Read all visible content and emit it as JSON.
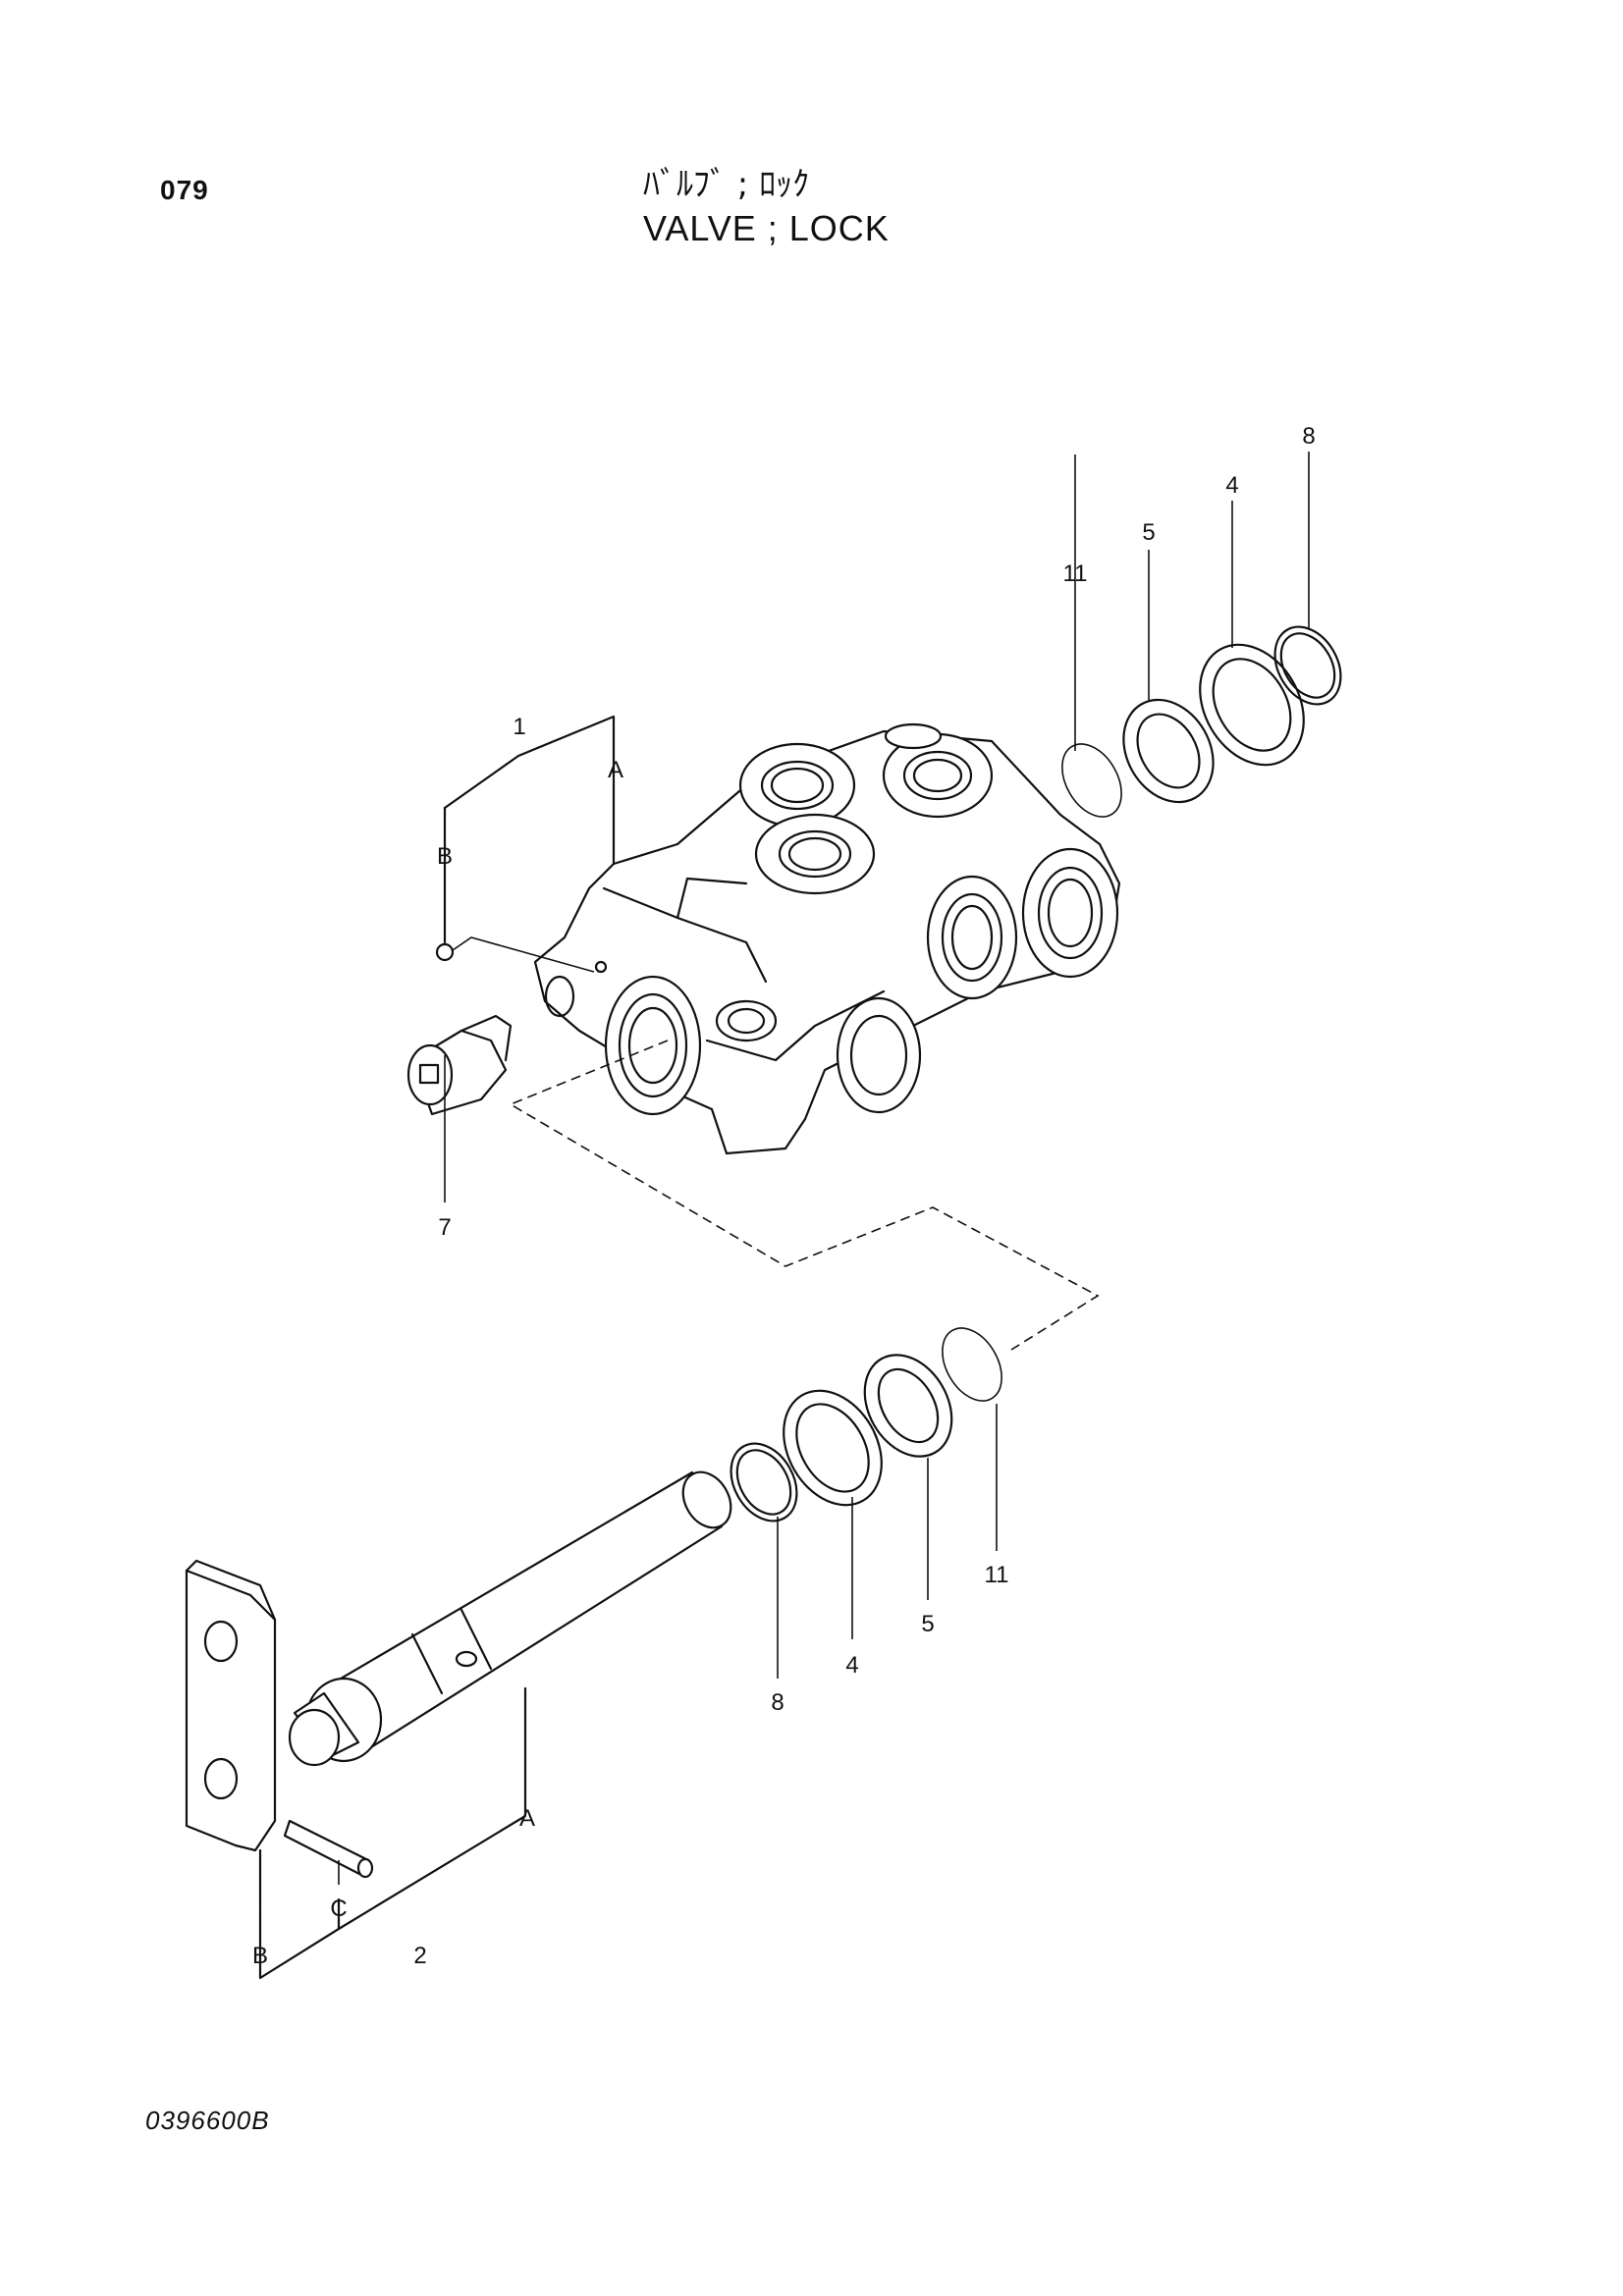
{
  "header": {
    "page_number": "079",
    "title_jp": "ﾊﾞﾙﾌﾞ ; ﾛｯｸ",
    "title_en": "VALVE ; LOCK"
  },
  "callouts": {
    "part_1": "1",
    "part_2": "2",
    "part_4_upper": "4",
    "part_4_lower": "4",
    "part_5_upper": "5",
    "part_5_lower": "5",
    "part_7": "7",
    "part_8_upper": "8",
    "part_8_lower": "8",
    "part_11_upper": "11",
    "part_11_lower": "11",
    "ref_a_upper": "A",
    "ref_b_upper": "B",
    "ref_a_lower": "A",
    "ref_b_lower": "B",
    "ref_c_lower": "C"
  },
  "footer": {
    "drawing_code": "0396600B"
  }
}
